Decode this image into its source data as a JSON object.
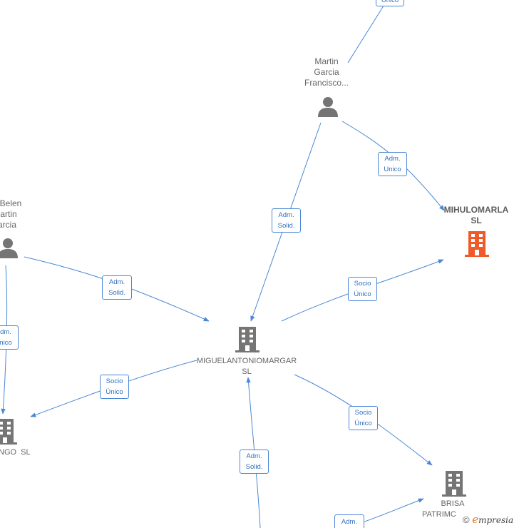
{
  "nodes": {
    "martin_garcia": {
      "line1": "Martin",
      "line2": "Garcia",
      "line3": "Francisco..."
    },
    "belen_martin": {
      "line1": "Belen",
      "line2": "artin",
      "line3": "arcia"
    },
    "mihulomarla": {
      "line1": "MIHULOMARLA",
      "line2": "SL"
    },
    "miguelantonio": {
      "line1": "MIGUELANTONIOMARGAR",
      "line2": "SL"
    },
    "ngo": {
      "line1": "NGO  SL"
    },
    "brisa": {
      "line1": "BRISA",
      "line2": "PATRIMC"
    }
  },
  "edge_labels": {
    "top_unico": "Unico",
    "adm_unico_right": "Adm.\nUnico",
    "adm_solid_top": "Adm.\nSolid.",
    "adm_solid_left": "Adm.\nSolid.",
    "socio_unico_right": "Socio\nÚnico",
    "adm_unico_left": "dm.\nnico",
    "socio_unico_left": "Socio\nÚnico",
    "socio_unico_bottom": "Socio\nÚnico",
    "adm_solid_bottom": "Adm.\nSolid.",
    "adm_bottom_right": "Adm."
  },
  "colors": {
    "edge": "#4a87d6",
    "person_icon": "#757575",
    "company_icon": "#757575",
    "highlight_company": "#f05a28"
  },
  "watermark": {
    "copyright": "©",
    "brand_initial": "e",
    "brand_rest": "mpresia"
  }
}
